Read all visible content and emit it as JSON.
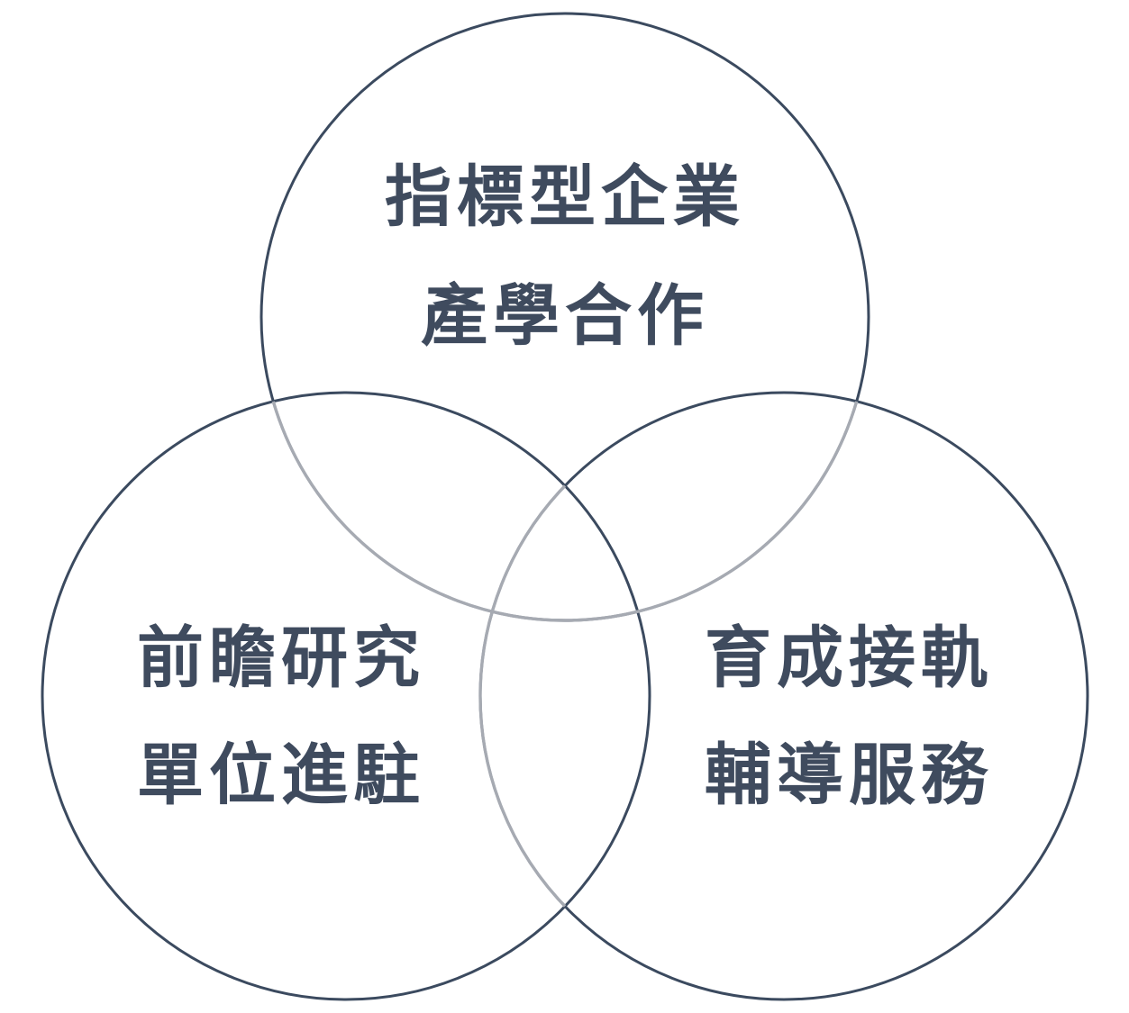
{
  "diagram": {
    "circles": [
      {
        "id": "top",
        "lines": [
          "指標型企業",
          "產學合作"
        ]
      },
      {
        "id": "left",
        "lines": [
          "前瞻研究",
          "單位進駐"
        ]
      },
      {
        "id": "right",
        "lines": [
          "育成接軌",
          "輔導服務"
        ]
      }
    ]
  },
  "colors": {
    "outline": "#3b4a5f",
    "overlap_outline": "#a6aab2",
    "text": "#3f4b5e",
    "background": "#ffffff"
  }
}
